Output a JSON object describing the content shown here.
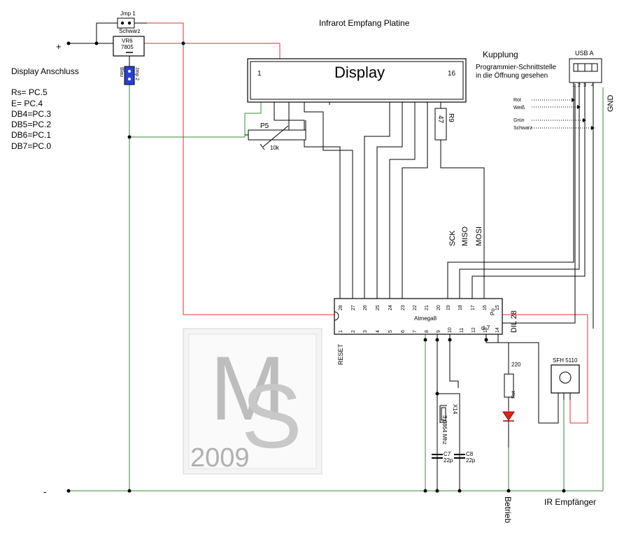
{
  "title": "Infrarot Empfang Platine",
  "supply": {
    "plus": "+",
    "minus": "-"
  },
  "jumper1": {
    "name": "Jmp 1",
    "color": "Schwarz"
  },
  "jumper2": {
    "name": "Jmp 2",
    "color": "Blau"
  },
  "regulator": {
    "name": "VR6",
    "type": "7805"
  },
  "display": {
    "label": "Display",
    "pin_first": "1",
    "pin_last": "16"
  },
  "display_connection": {
    "heading": "Display Anschluss",
    "lines": [
      "Rs=  PC.5",
      "E=    PC.4",
      "DB4=PC.3",
      "DB5=PC.2",
      "DB6=PC.1",
      "DB7=PC.0"
    ]
  },
  "pot": {
    "name": "P5",
    "value": "10k"
  },
  "r9": {
    "name": "R9",
    "value": "47"
  },
  "coupling": {
    "title": "Kupplung",
    "line1": "Programmier-Schnittstelle",
    "line2": "in die Öffnung gesehen",
    "connector": "USB A",
    "pins": [
      "1",
      "2",
      "3",
      "4"
    ],
    "wires": [
      "Rot",
      "Weiß",
      "Grün",
      "Schwarz"
    ],
    "gnd": "GND"
  },
  "isp_signals": [
    "SCK",
    "MISO",
    "MOSI"
  ],
  "mcu": {
    "name": "Atmega8",
    "package": "DIL 28",
    "port": "Po",
    "top_pins": [
      "28",
      "27",
      "26",
      "25",
      "24",
      "23",
      "22",
      "21",
      "20",
      "19",
      "18",
      "17",
      "16",
      "15"
    ],
    "bottom_pins": [
      "1",
      "2",
      "3",
      "4",
      "5",
      "6",
      "7",
      "8",
      "9",
      "10",
      "11",
      "12",
      "13",
      "14"
    ],
    "reset": "RESET",
    "d7": "d.7"
  },
  "crystal": {
    "name": "X14",
    "freq": "3,6864 Mhz"
  },
  "c7": {
    "name": "C7",
    "value": "22p"
  },
  "c8": {
    "name": "C8",
    "value": "22p"
  },
  "led_resistor": "220",
  "led": {
    "color": "Rot",
    "label": "Betrieb"
  },
  "ir_receiver": {
    "name": "SFH 5110",
    "label": "IR Empfänger"
  },
  "watermark": {
    "letters": "MS",
    "year": "2009"
  }
}
